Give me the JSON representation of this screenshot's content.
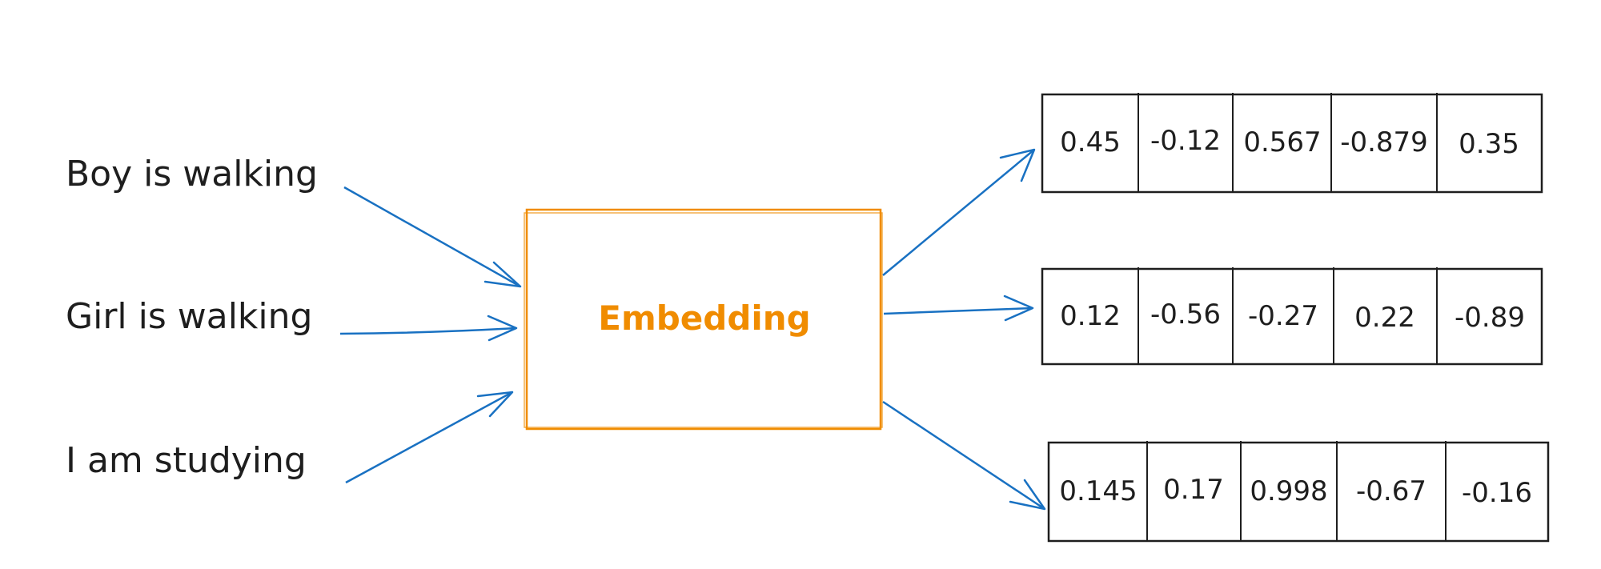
{
  "inputs": [
    {
      "text": "Boy is walking"
    },
    {
      "text": "Girl is walking"
    },
    {
      "text": "I am studying"
    }
  ],
  "embedding": {
    "label": "Embedding"
  },
  "vectors": [
    {
      "values": [
        "0.45",
        "-0.12",
        "0.567",
        "-0.879",
        "0.35"
      ]
    },
    {
      "values": [
        "0.12",
        "-0.56",
        "-0.27",
        "0.22",
        "-0.89"
      ]
    },
    {
      "values": [
        "0.145",
        "0.17",
        "0.998",
        "-0.67",
        "-0.16"
      ]
    }
  ],
  "colors": {
    "arrow": "#1971c2",
    "embedding": "#f08c00",
    "ink": "#1e1e1e"
  }
}
